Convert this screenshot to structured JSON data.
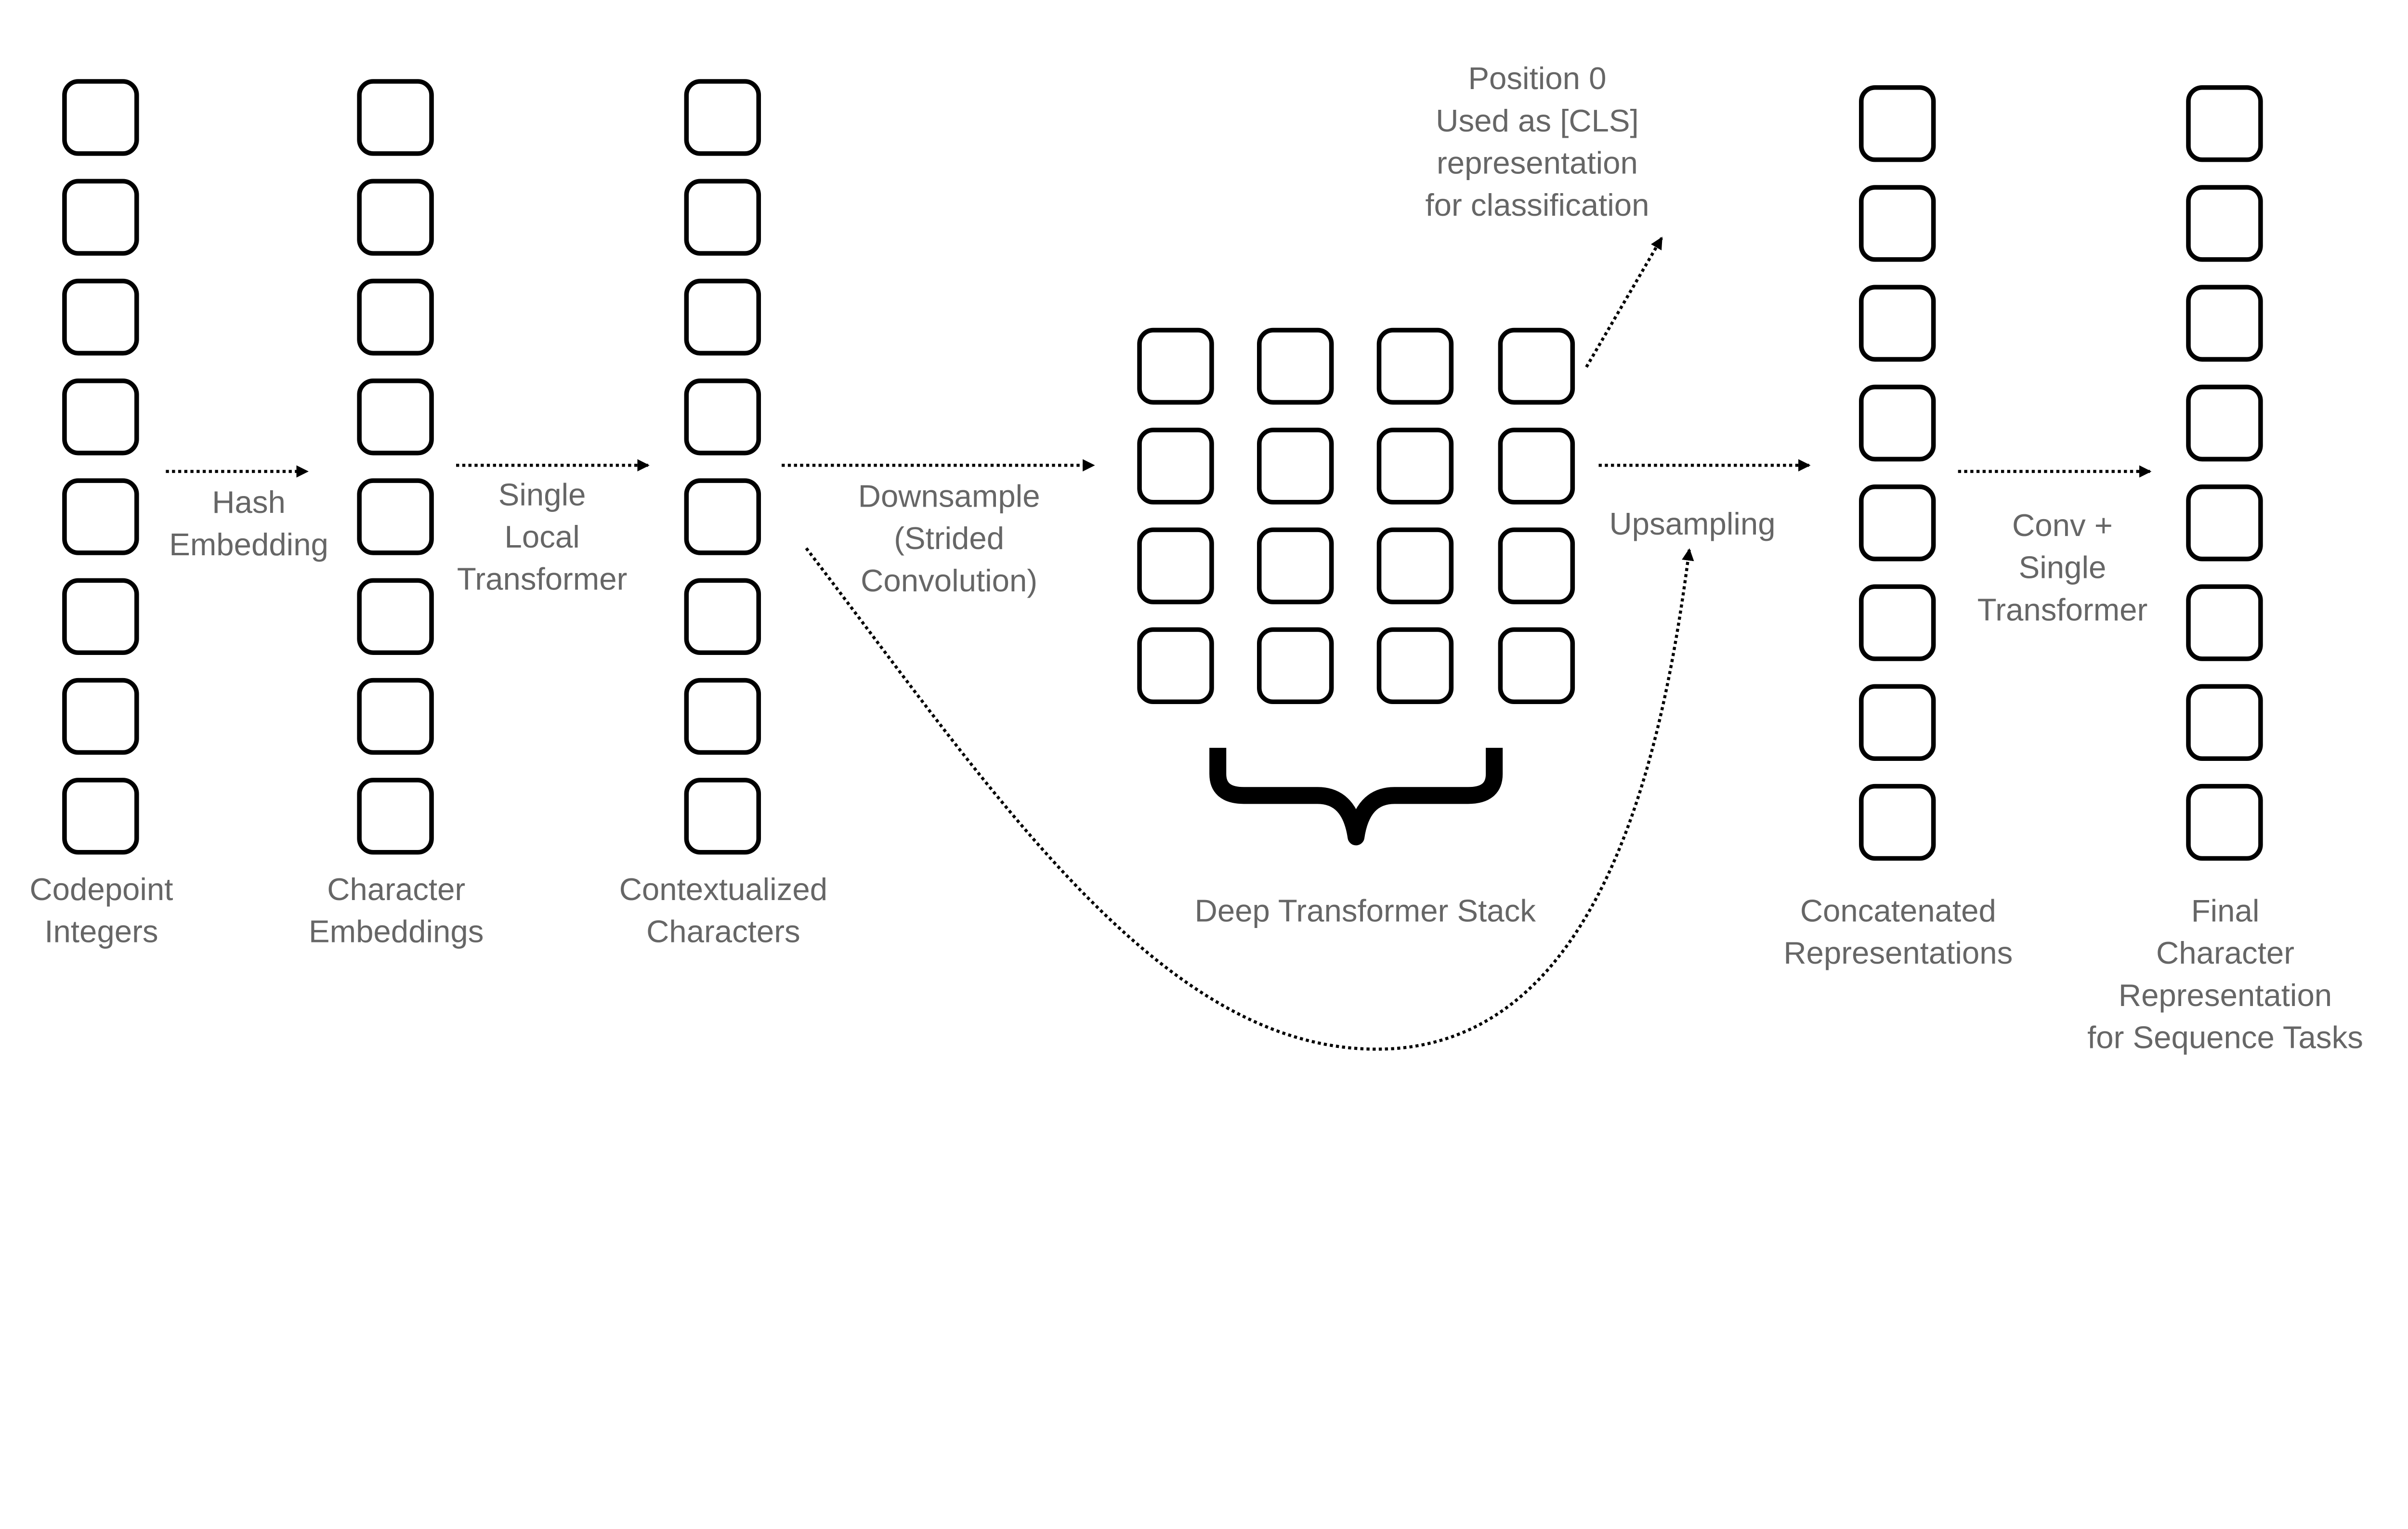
{
  "colors": {
    "text": "#666666",
    "stroke": "#000000",
    "background": "#ffffff"
  },
  "columns": {
    "codepoint": {
      "label": [
        "Codepoint",
        "Integers"
      ],
      "cells": 8
    },
    "char_embed": {
      "label": [
        "Character",
        "Embeddings"
      ],
      "cells": 8
    },
    "contextual": {
      "label": [
        "Contextualized",
        "Characters"
      ],
      "cells": 8
    },
    "deep_stack": {
      "label": [
        "Deep Transformer Stack"
      ],
      "rows": 4,
      "cols": 4
    },
    "concatenated": {
      "label": [
        "Concatenated",
        "Representations"
      ],
      "cells": 8
    },
    "final": {
      "label": [
        "Final",
        "Character",
        "Representation",
        "for Sequence Tasks"
      ],
      "cells": 8
    }
  },
  "edges": {
    "hash": [
      "Hash",
      "Embedding"
    ],
    "local": [
      "Single",
      "Local",
      "Transformer"
    ],
    "downsample": [
      "Downsample",
      "(Strided",
      "Convolution)"
    ],
    "cls": [
      "Position 0",
      "Used as [CLS]",
      "representation",
      "for classification"
    ],
    "upsample": [
      "Upsampling"
    ],
    "conv": [
      "Conv +",
      "Single",
      "Transformer"
    ]
  }
}
